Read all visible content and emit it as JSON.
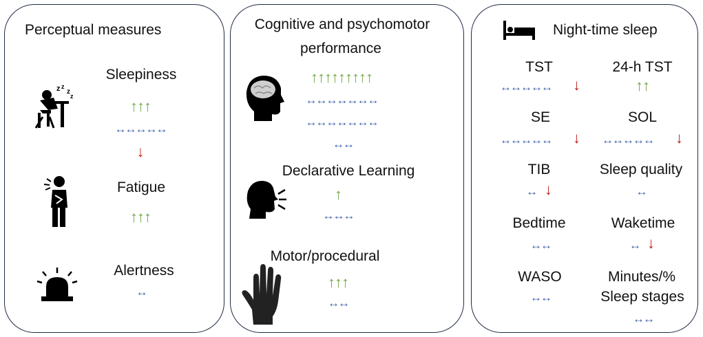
{
  "colors": {
    "increase": "#72a84a",
    "no_change": "#3b5fa8",
    "decrease": "#c0201e",
    "border": "#1d2a44"
  },
  "panels": {
    "perceptual": {
      "title": "Perceptual measures",
      "items": [
        {
          "label": "Sleepiness",
          "icon": "sleepy-person-icon",
          "up": "↑↑↑",
          "no_change": "↔↔↔↔↔",
          "down": "↓"
        },
        {
          "label": "Fatigue",
          "icon": "tired-person-icon",
          "up": "↑↑↑"
        },
        {
          "label": "Alertness",
          "icon": "alarm-light-icon",
          "no_change": "↔"
        }
      ]
    },
    "cognitive": {
      "title_line1": "Cognitive and psychomotor",
      "title_line2": "performance",
      "cognitive_up": "↑↑↑↑↑↑↑↑↑",
      "cognitive_lr1": "↔↔↔↔↔↔↔",
      "cognitive_lr2": "↔↔↔↔↔↔↔",
      "cognitive_lr3": "↔↔",
      "declarative_label": "Declarative Learning",
      "declarative_up": "↑",
      "declarative_lr": "↔↔↔",
      "motor_label": "Motor/procedural",
      "motor_up": "↑↑↑",
      "motor_lr": "↔↔"
    },
    "sleep": {
      "title": "Night-time sleep",
      "tst": {
        "label": "TST",
        "lr": "↔↔↔↔↔",
        "down": "↓"
      },
      "tst24": {
        "label": "24-h TST",
        "up": "↑↑"
      },
      "se": {
        "label": "SE",
        "lr": "↔↔↔↔↔",
        "down": "↓"
      },
      "sol": {
        "label": "SOL",
        "lr": "↔↔↔↔↔",
        "down": "↓"
      },
      "tib": {
        "label": "TIB",
        "lr": "↔",
        "down": "↓"
      },
      "quality": {
        "label": "Sleep quality",
        "lr": "↔"
      },
      "bedtime": {
        "label": "Bedtime",
        "lr": "↔↔"
      },
      "waketime": {
        "label": "Waketime",
        "lr": "↔",
        "down": "↓"
      },
      "waso": {
        "label": "WASO",
        "lr": "↔↔"
      },
      "stages": {
        "label1": "Minutes/%",
        "label2": "Sleep stages",
        "lr": "↔↔"
      }
    }
  }
}
